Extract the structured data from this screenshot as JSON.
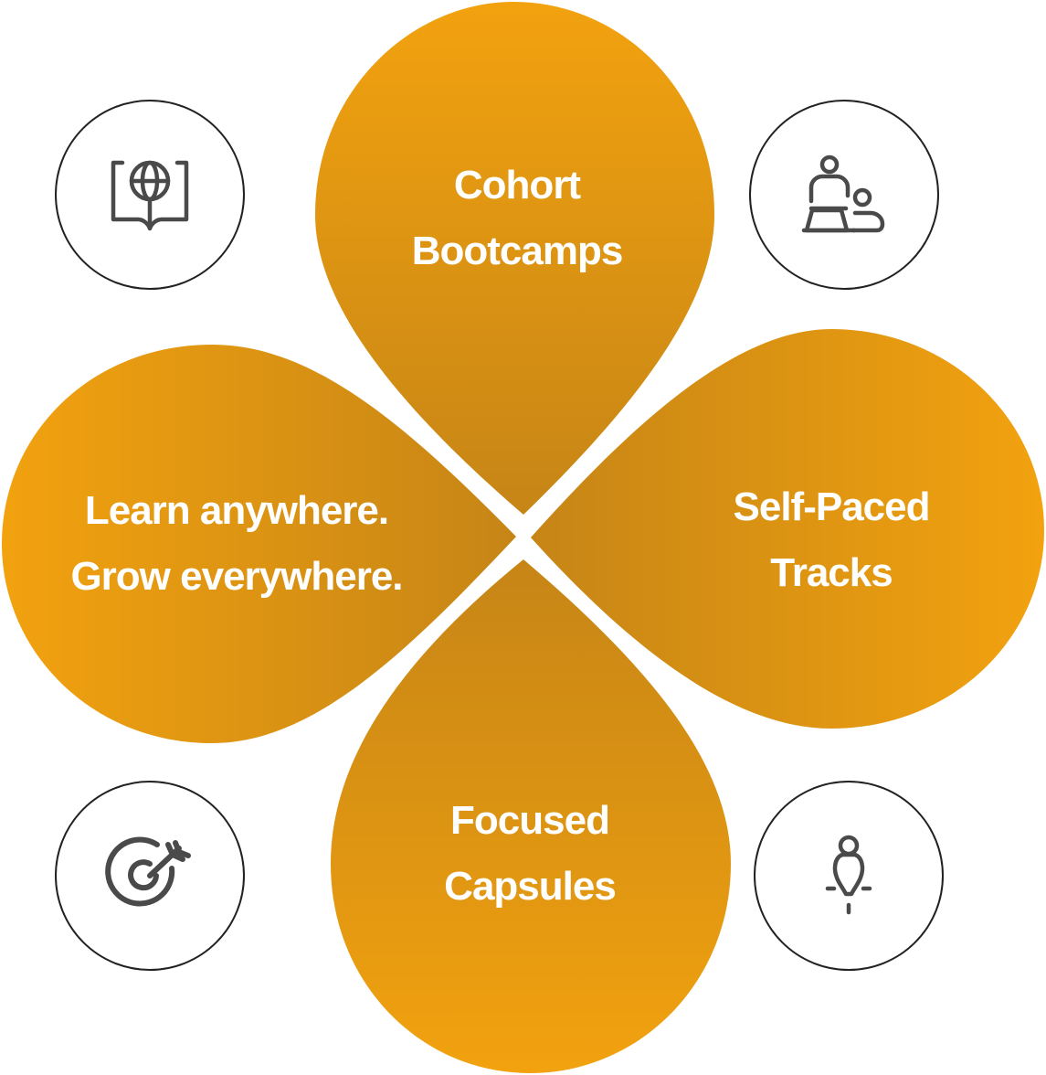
{
  "petals": {
    "top": {
      "line1": "Cohort",
      "line2": "Bootcamps"
    },
    "right": {
      "line1": "Self-Paced",
      "line2": "Tracks"
    },
    "bottom": {
      "line1": "Focused",
      "line2": "Capsules"
    },
    "left": {
      "line1": "Learn anywhere.",
      "line2": "Grow everywhere."
    }
  },
  "icons": {
    "top_left": "globe-book-icon",
    "top_right": "person-laptop-icon",
    "bottom_left": "target-arrow-icon",
    "bottom_right": "person-lightbulb-icon"
  },
  "colors": {
    "petal_light": "#F2A20F",
    "petal_dark": "#C68516",
    "icon_stroke": "#4A4A4A",
    "circle_stroke": "#222222"
  }
}
